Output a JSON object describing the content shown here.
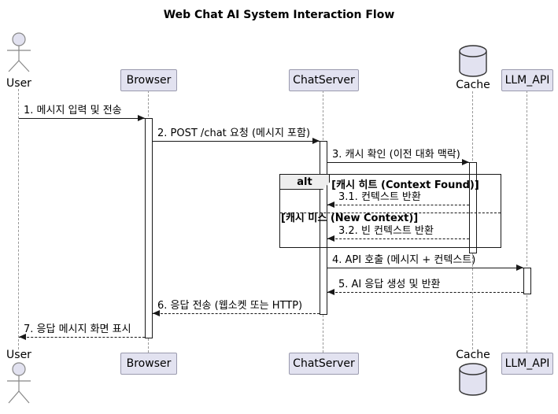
{
  "diagram": {
    "title": "Web Chat AI System Interaction Flow",
    "participants": [
      {
        "name": "User",
        "type": "actor"
      },
      {
        "name": "Browser",
        "type": "participant"
      },
      {
        "name": "ChatServer",
        "type": "participant"
      },
      {
        "name": "Cache",
        "type": "database"
      },
      {
        "name": "LLM_API",
        "type": "participant"
      }
    ],
    "messages": [
      {
        "seq": "1",
        "label": "1. 메시지 입력 및 전송",
        "from": "User",
        "to": "Browser",
        "line": "solid"
      },
      {
        "seq": "2",
        "label": "2. POST /chat 요청 (메시지 포함)",
        "from": "Browser",
        "to": "ChatServer",
        "line": "solid"
      },
      {
        "seq": "3",
        "label": "3. 캐시 확인 (이전 대화 맥락)",
        "from": "ChatServer",
        "to": "Cache",
        "line": "solid"
      },
      {
        "seq": "3.1",
        "label": "3.1. 컨텍스트 반환",
        "from": "Cache",
        "to": "ChatServer",
        "line": "dashed"
      },
      {
        "seq": "3.2",
        "label": "3.2. 빈 컨텍스트 반환",
        "from": "Cache",
        "to": "ChatServer",
        "line": "dashed"
      },
      {
        "seq": "4",
        "label": "4. API 호출 (메시지 + 컨텍스트)",
        "from": "ChatServer",
        "to": "LLM_API",
        "line": "solid"
      },
      {
        "seq": "5",
        "label": "5. AI 응답 생성 및 반환",
        "from": "LLM_API",
        "to": "ChatServer",
        "line": "dashed"
      },
      {
        "seq": "6",
        "label": "6. 응답 전송 (웹소켓 또는 HTTP)",
        "from": "ChatServer",
        "to": "Browser",
        "line": "dashed"
      },
      {
        "seq": "7",
        "label": "7. 응답 메시지 화면 표시",
        "from": "Browser",
        "to": "User",
        "line": "dashed"
      }
    ],
    "alt_fragment": {
      "operator": "alt",
      "condition_1": "[캐시 히트 (Context Found)]",
      "condition_2": "[캐시 미스 (New Context)]"
    },
    "colors": {
      "participant_fill": "#E2E2F0",
      "participant_border": "#9A9AAE",
      "lifeline": "#999999",
      "arrow": "#181818",
      "alt_header_fill": "#EEEEEE",
      "background": "#FFFFFF"
    }
  }
}
